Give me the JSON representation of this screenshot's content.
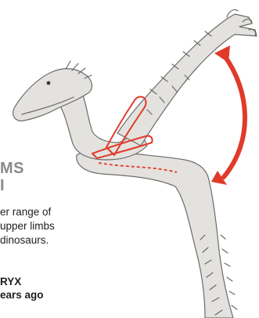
{
  "heading": {
    "line1": "MS",
    "line2": "I"
  },
  "caption": {
    "line1": "er range of",
    "line2": "upper limbs",
    "line3": "dinosaurs."
  },
  "species": {
    "name": "RYX",
    "age": "ears ago"
  },
  "colors": {
    "accent": "#e03a2a",
    "body_fill": "#e4e2de",
    "outline": "#6b6b6b",
    "heading": "#8a8a8f",
    "text": "#1e1e1e"
  }
}
